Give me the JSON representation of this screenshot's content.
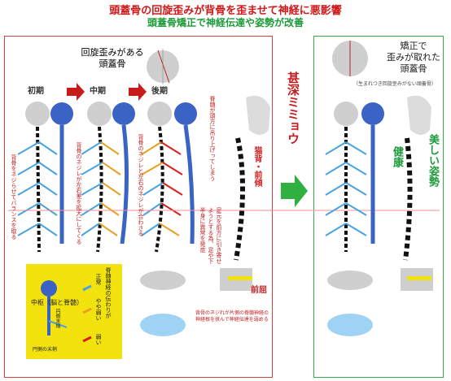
{
  "title_main": "頭蓋骨の回旋歪みが背骨を歪ませて神経に悪影響",
  "title_sub": "頭蓋骨矯正で神経伝達や姿勢が改善",
  "skull_caption": "回旋歪みがある\n頭蓋骨",
  "stage_labels": [
    "初期",
    "中期",
    "後期"
  ],
  "side_notes": {
    "early": "背骨をネジらせてバランスを取る",
    "mid": "背骨のネジレが左右差を拡大にしてくる",
    "late": "背骨のネジレと左右のネジレが合わさる"
  },
  "mid_vertical_note": "脊髄が頭方に吊り上げってしまう",
  "posture_label": "猫背・前傾",
  "compress_note": "足元を前方に引き寄せようとする為、足や下半身に異常を発症",
  "curve_label": "前屈",
  "middle_arrow_text": "甚深ミミョウ",
  "corrected_title": "矯正で\n歪みが取れた\n頭蓋骨",
  "corrected_sub": "（生まれつき回旋歪みがない頭蓋骨）",
  "health_label": "健康",
  "beauty_label": "美しい姿勢",
  "legend": {
    "center_label": "中枢（脳と脊髄）",
    "side_label": "円側末梢",
    "bottom_label": "円側の末梢",
    "transmission_title": "脊髄神経の伝わりが",
    "levels": [
      "正常",
      "やや弱い",
      "弱い"
    ],
    "colors": [
      "#4aa3df",
      "#e8a020",
      "#d42020"
    ]
  },
  "bottom_note": "背骨のネジれが片側の脊髄神経の神経根を挟んで神経伝達を弱める",
  "small_labels": {
    "peripheral": "円側末梢",
    "nerve": "神経"
  }
}
